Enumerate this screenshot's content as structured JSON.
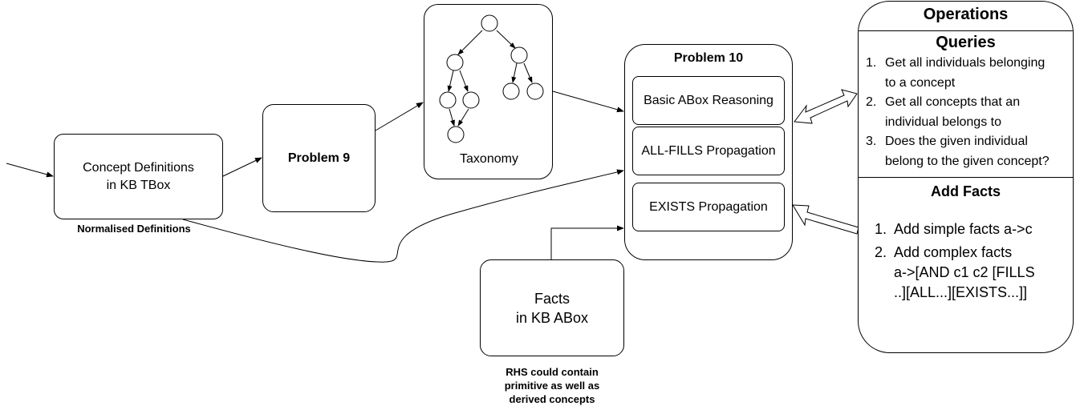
{
  "concept_box": {
    "line1": "Concept Definitions",
    "line2": "in KB TBox"
  },
  "normalised_label": "Normalised Definitions",
  "problem9_label": "Problem 9",
  "taxonomy_label": "Taxonomy",
  "problem10": {
    "title": "Problem 10",
    "items": [
      "Basic ABox Reasoning",
      "ALL-FILLS Propagation",
      "EXISTS Propagation"
    ]
  },
  "facts_box": {
    "line1": "Facts",
    "line2": "in KB ABox"
  },
  "rhs_note": {
    "line1": "RHS could contain",
    "line2": "primitive as well as",
    "line3": "derived concepts"
  },
  "operations": {
    "title": "Operations",
    "queries_title": "Queries",
    "queries": [
      {
        "num": "1.",
        "l1": "Get all individuals belonging",
        "l2": "to a concept"
      },
      {
        "num": "2.",
        "l1": "Get all concepts that an",
        "l2": "individual belongs to"
      },
      {
        "num": "3.",
        "l1": "Does the given individual",
        "l2": "belong to the given concept?"
      }
    ],
    "add_facts_title": "Add Facts",
    "facts": [
      {
        "num": "1.",
        "l1": "Add simple facts a->c"
      },
      {
        "num": "2.",
        "l1": "Add complex facts",
        "l2": "a->[AND c1 c2 [FILLS",
        "l3": "..][ALL...][EXISTS...]]"
      }
    ]
  }
}
